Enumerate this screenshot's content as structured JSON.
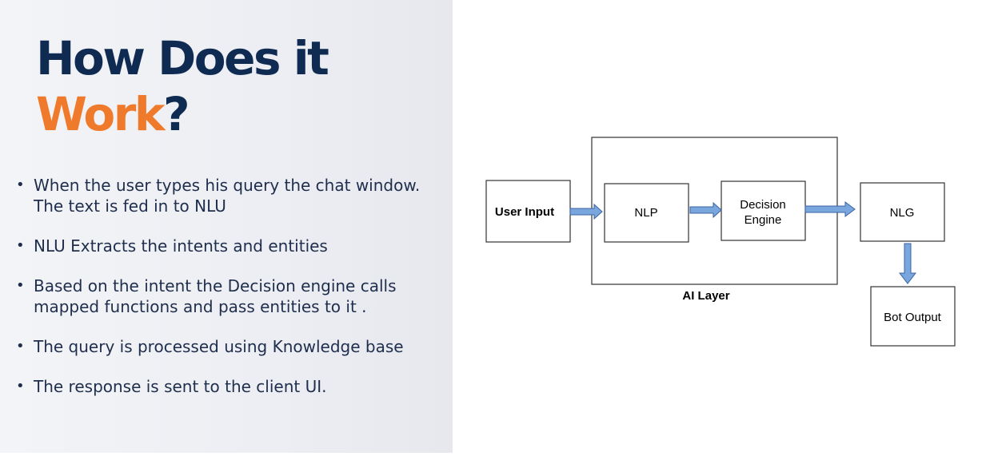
{
  "title": {
    "line1": "How Does it",
    "accent": "Work",
    "question": "?"
  },
  "bullets": [
    "When the user types his query the chat window. The text is fed in to NLU",
    "NLU Extracts the  intents and entities",
    "Based on the intent the Decision engine calls mapped functions and pass entities to it .",
    "The query is processed using Knowledge base",
    "The response is sent to the client UI."
  ],
  "diagram": {
    "user_input": "User Input",
    "nlp": "NLP",
    "decision_line1": "Decision",
    "decision_line2": "Engine",
    "nlg": "NLG",
    "bot_output": "Bot Output",
    "ai_layer": "AI Layer"
  },
  "colors": {
    "title": "#0f2b52",
    "accent": "#f07a2b",
    "arrow_fill": "#7aa6de",
    "arrow_stroke": "#3a64a3"
  }
}
